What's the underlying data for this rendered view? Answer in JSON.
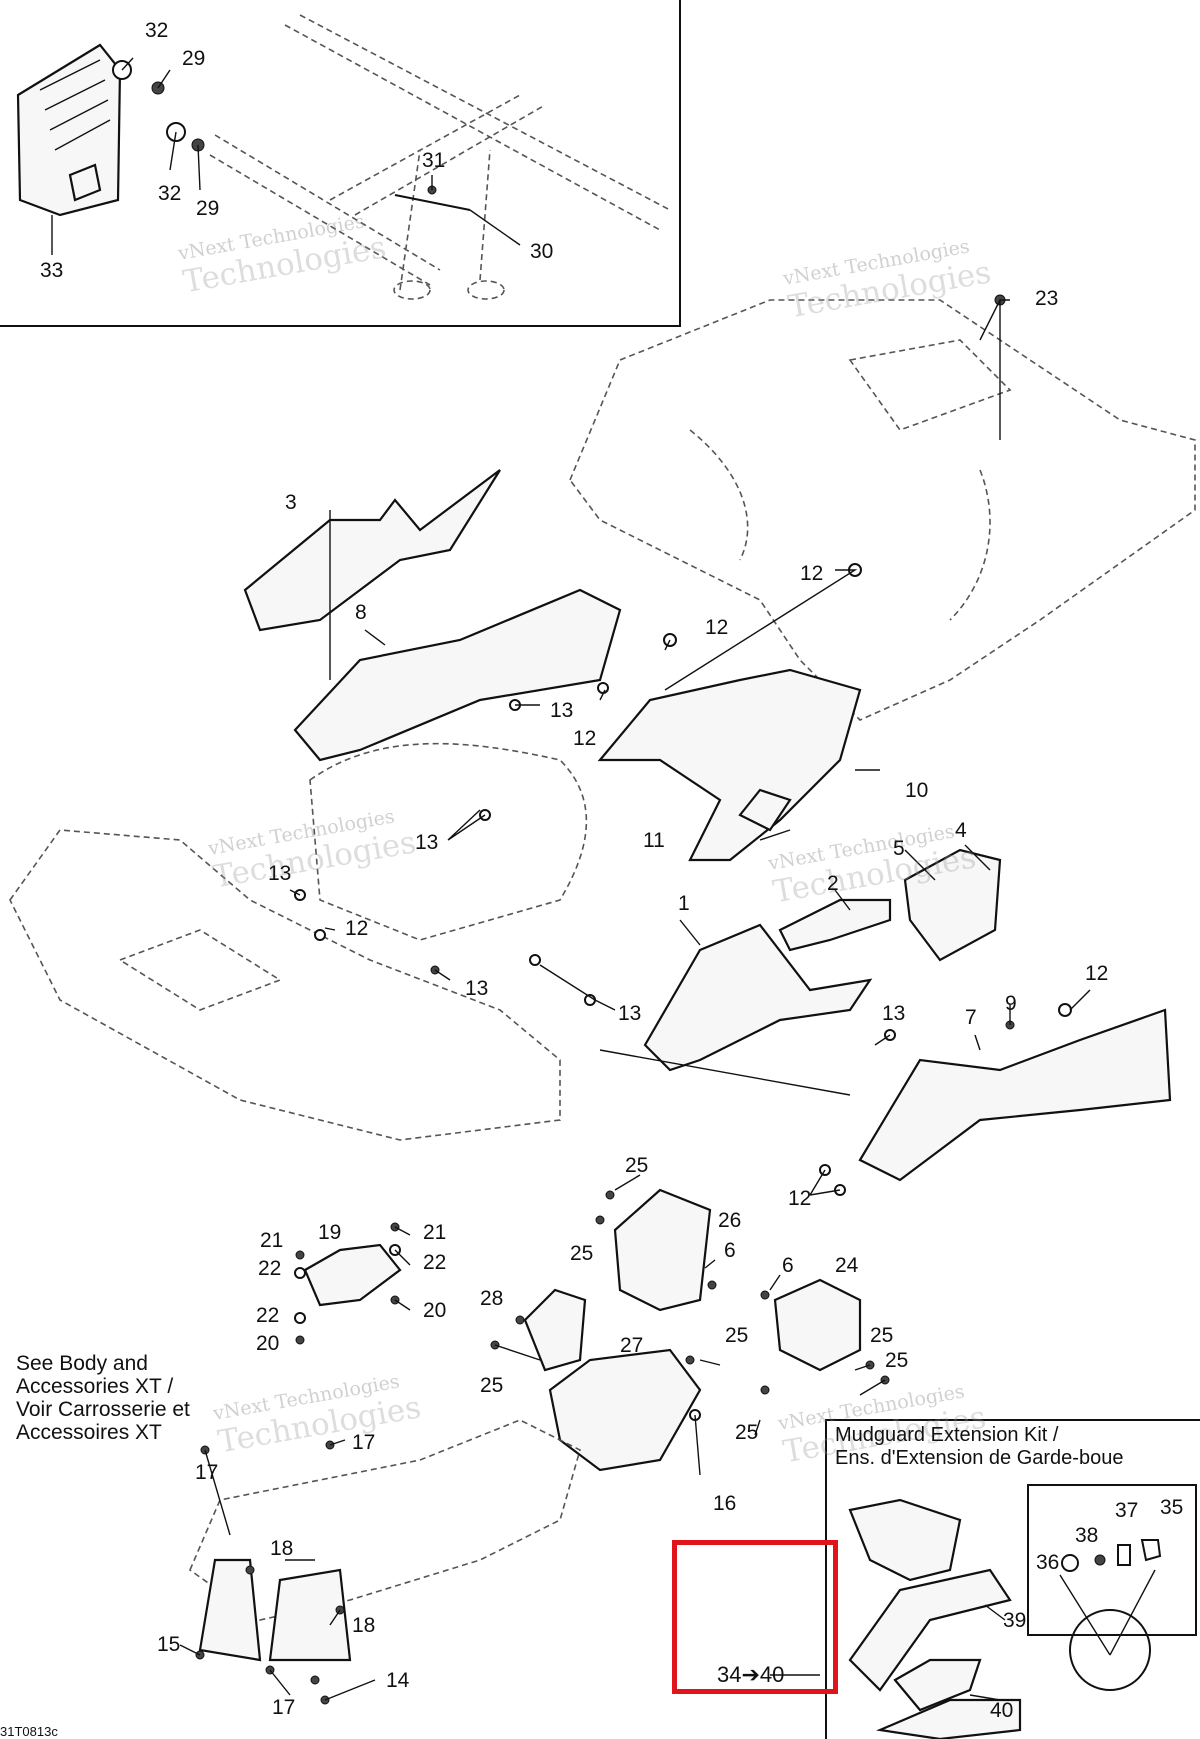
{
  "watermark": {
    "line1": "vNext Technologies",
    "line2": "Technologies"
  },
  "callouts": [
    {
      "id": "c32a",
      "text": "32"
    },
    {
      "id": "c29a",
      "text": "29"
    },
    {
      "id": "c32b",
      "text": "32"
    },
    {
      "id": "c29b",
      "text": "29"
    },
    {
      "id": "c33",
      "text": "33"
    },
    {
      "id": "c31",
      "text": "31"
    },
    {
      "id": "c30",
      "text": "30"
    },
    {
      "id": "c23",
      "text": "23"
    },
    {
      "id": "c3",
      "text": "3"
    },
    {
      "id": "c8",
      "text": "8"
    },
    {
      "id": "c12a",
      "text": "12"
    },
    {
      "id": "c12b",
      "text": "12"
    },
    {
      "id": "c13a",
      "text": "13"
    },
    {
      "id": "c12c",
      "text": "12"
    },
    {
      "id": "c10",
      "text": "10"
    },
    {
      "id": "c11",
      "text": "11"
    },
    {
      "id": "c13b",
      "text": "13"
    },
    {
      "id": "c13c",
      "text": "13"
    },
    {
      "id": "c12d",
      "text": "12"
    },
    {
      "id": "c5",
      "text": "5"
    },
    {
      "id": "c4",
      "text": "4"
    },
    {
      "id": "c2",
      "text": "2"
    },
    {
      "id": "c1",
      "text": "1"
    },
    {
      "id": "c13d",
      "text": "13"
    },
    {
      "id": "c13e",
      "text": "13"
    },
    {
      "id": "c12e",
      "text": "12"
    },
    {
      "id": "c9",
      "text": "9"
    },
    {
      "id": "c13f",
      "text": "13"
    },
    {
      "id": "c7",
      "text": "7"
    },
    {
      "id": "c12f",
      "text": "12"
    },
    {
      "id": "c25a",
      "text": "25"
    },
    {
      "id": "c26",
      "text": "26"
    },
    {
      "id": "c25b",
      "text": "25"
    },
    {
      "id": "c6a",
      "text": "6"
    },
    {
      "id": "c6b",
      "text": "6"
    },
    {
      "id": "c24",
      "text": "24"
    },
    {
      "id": "c21a",
      "text": "21"
    },
    {
      "id": "c19",
      "text": "19"
    },
    {
      "id": "c21b",
      "text": "21"
    },
    {
      "id": "c22a",
      "text": "22"
    },
    {
      "id": "c22b",
      "text": "22"
    },
    {
      "id": "c20a",
      "text": "20"
    },
    {
      "id": "c22c",
      "text": "22"
    },
    {
      "id": "c20b",
      "text": "20"
    },
    {
      "id": "c28",
      "text": "28"
    },
    {
      "id": "c27",
      "text": "27"
    },
    {
      "id": "c25c",
      "text": "25"
    },
    {
      "id": "c25d",
      "text": "25"
    },
    {
      "id": "c25e",
      "text": "25"
    },
    {
      "id": "c25f",
      "text": "25"
    },
    {
      "id": "c25g",
      "text": "25"
    },
    {
      "id": "c16",
      "text": "16"
    },
    {
      "id": "c17a",
      "text": "17"
    },
    {
      "id": "c17b",
      "text": "17"
    },
    {
      "id": "c18a",
      "text": "18"
    },
    {
      "id": "c18b",
      "text": "18"
    },
    {
      "id": "c15",
      "text": "15"
    },
    {
      "id": "c14",
      "text": "14"
    },
    {
      "id": "c17c",
      "text": "17"
    },
    {
      "id": "c37",
      "text": "37"
    },
    {
      "id": "c35",
      "text": "35"
    },
    {
      "id": "c38",
      "text": "38"
    },
    {
      "id": "c36",
      "text": "36"
    },
    {
      "id": "c39",
      "text": "39"
    },
    {
      "id": "c40",
      "text": "40"
    }
  ],
  "see_body_note": [
    "See Body and",
    "Accessories XT /",
    "Voir Carrosserie et",
    "Accessoires XT"
  ],
  "kit_title": [
    "Mudguard Extension Kit /",
    "Ens. d'Extension de Garde-boue"
  ],
  "kit_sequence": "34➔40",
  "drawing_code": "31T0813c",
  "colors": {
    "highlight": "#e0141b",
    "line": "#111111"
  }
}
